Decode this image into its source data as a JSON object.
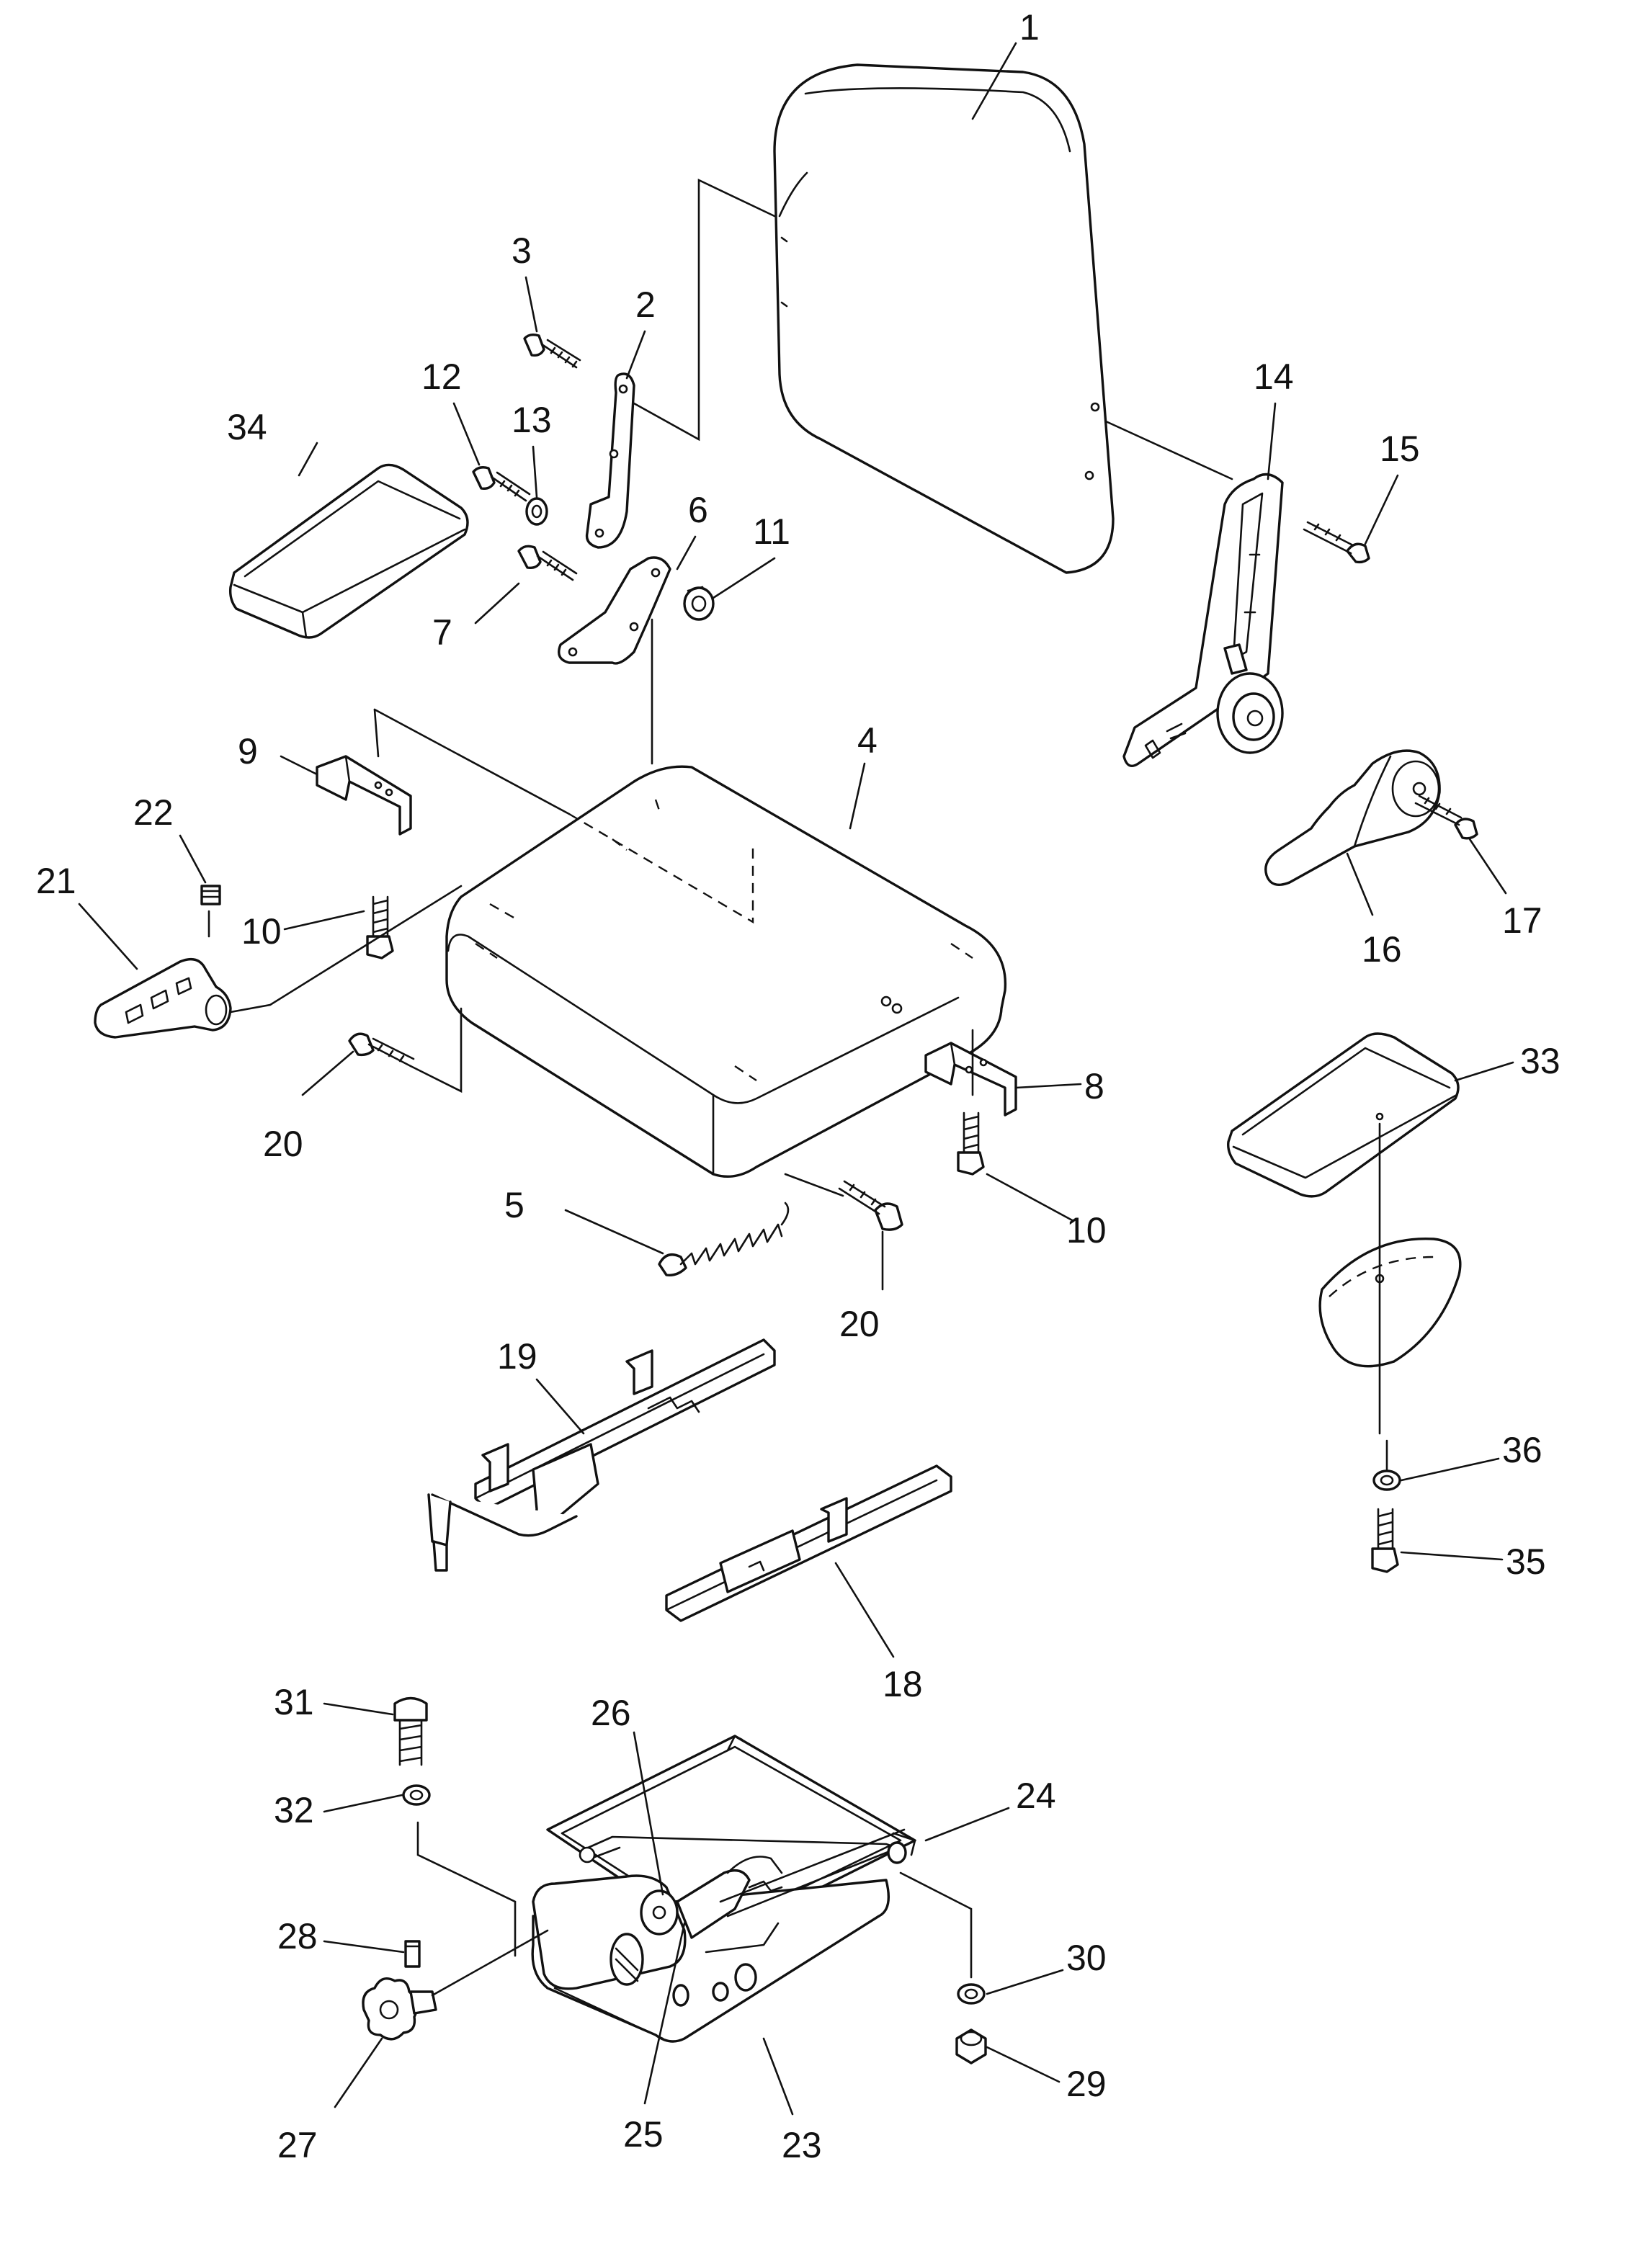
{
  "callouts": [
    {
      "id": "1",
      "label": "1"
    },
    {
      "id": "2",
      "label": "2"
    },
    {
      "id": "3",
      "label": "3"
    },
    {
      "id": "4",
      "label": "4"
    },
    {
      "id": "5",
      "label": "5"
    },
    {
      "id": "6",
      "label": "6"
    },
    {
      "id": "7",
      "label": "7"
    },
    {
      "id": "8",
      "label": "8"
    },
    {
      "id": "9",
      "label": "9"
    },
    {
      "id": "10a",
      "label": "10"
    },
    {
      "id": "10b",
      "label": "10"
    },
    {
      "id": "11",
      "label": "11"
    },
    {
      "id": "12",
      "label": "12"
    },
    {
      "id": "13",
      "label": "13"
    },
    {
      "id": "14",
      "label": "14"
    },
    {
      "id": "15",
      "label": "15"
    },
    {
      "id": "16",
      "label": "16"
    },
    {
      "id": "17",
      "label": "17"
    },
    {
      "id": "18",
      "label": "18"
    },
    {
      "id": "19",
      "label": "19"
    },
    {
      "id": "20a",
      "label": "20"
    },
    {
      "id": "20b",
      "label": "20"
    },
    {
      "id": "21",
      "label": "21"
    },
    {
      "id": "22",
      "label": "22"
    },
    {
      "id": "23",
      "label": "23"
    },
    {
      "id": "24",
      "label": "24"
    },
    {
      "id": "25",
      "label": "25"
    },
    {
      "id": "26",
      "label": "26"
    },
    {
      "id": "27",
      "label": "27"
    },
    {
      "id": "28",
      "label": "28"
    },
    {
      "id": "29",
      "label": "29"
    },
    {
      "id": "30",
      "label": "30"
    },
    {
      "id": "31",
      "label": "31"
    },
    {
      "id": "32",
      "label": "32"
    },
    {
      "id": "33",
      "label": "33"
    },
    {
      "id": "34",
      "label": "34"
    },
    {
      "id": "35",
      "label": "35"
    },
    {
      "id": "36",
      "label": "36"
    }
  ]
}
